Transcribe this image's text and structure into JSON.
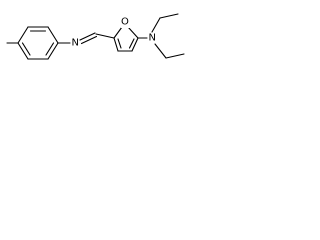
{
  "structure": {
    "atoms": {
      "imine_nitrogen": "N",
      "furan_oxygen": "O",
      "amine_nitrogen": "N"
    }
  },
  "colors": {
    "bond": "#000000",
    "label": "#000000",
    "background": "#ffffff"
  }
}
